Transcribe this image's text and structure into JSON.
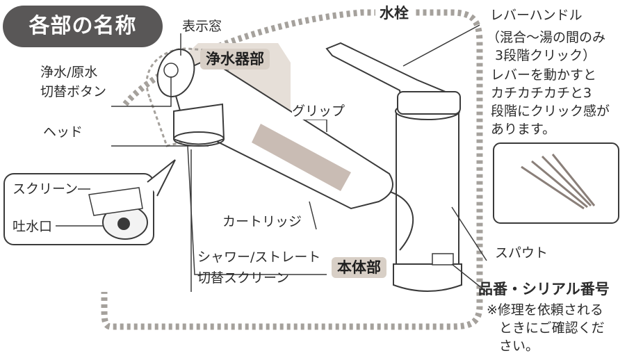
{
  "title": "各部の名称",
  "regions": {
    "faucet": "水栓",
    "purifier": "浄水器部",
    "body": "本体部"
  },
  "labels": {
    "display_window": "表示窓",
    "switch_button_line1": "浄水/原水",
    "switch_button_line2": "切替ボタン",
    "head": "ヘッド",
    "screen": "スクリーン",
    "spout_outlet": "吐水口",
    "grip": "グリップ",
    "cartridge": "カートリッジ",
    "shower_line1": "シャワー/ストレート",
    "shower_line2": "切替スクリーン",
    "lever_handle": "レバーハンドル",
    "lever_note_1": "（混合〜湯の間のみ",
    "lever_note_2": "3段階クリック）",
    "lever_note_3": "レバーを動かすと",
    "lever_note_4": "カチカチカチと3",
    "lever_note_5": "段階にクリック感が",
    "lever_note_6": "あります。",
    "spout": "スパウト",
    "serial": "品番・シリアル番号",
    "serial_note_1": "※修理を依頼される",
    "serial_note_2": "ときにご確認くだ",
    "serial_note_3": "さい。"
  },
  "colors": {
    "badge_bg": "#595757",
    "region_tag_bg": "#d8cfc6",
    "outline": "#a5a19c",
    "line": "#3a3a3a"
  }
}
